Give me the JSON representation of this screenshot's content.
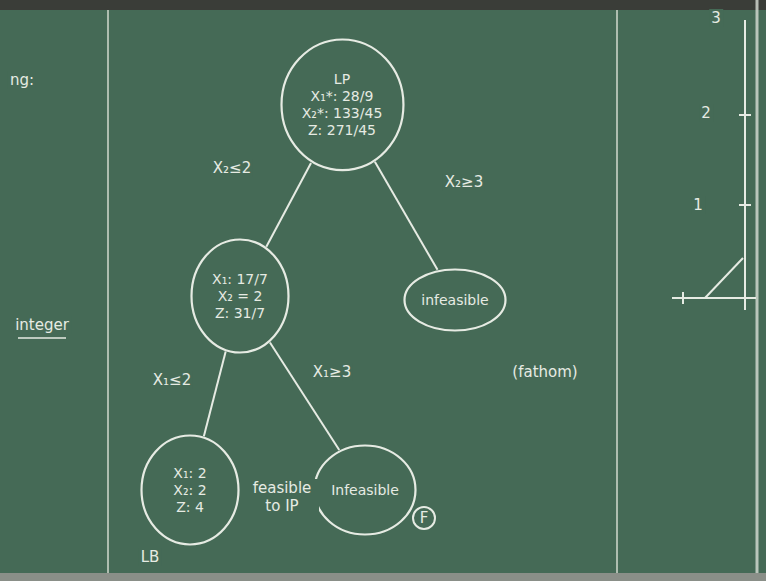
{
  "diagram": {
    "nodes": [
      {
        "text": [
          "LP",
          "X₁*: 28/9",
          "X₂*: 133/45",
          "Z: 271/45"
        ]
      },
      {
        "text": [
          "X₁: 17/7",
          "X₂ = 2",
          "Z: 31/7"
        ]
      },
      {
        "text": [
          "infeasible"
        ]
      },
      {
        "text": [
          "X₁: 2",
          "X₂: 2",
          "Z: 4"
        ]
      },
      {
        "text": [
          "Infeasible"
        ]
      }
    ],
    "edges": [
      {
        "from": 0,
        "to": 1,
        "label": "X₂≤2",
        "arrow": "none"
      },
      {
        "from": 0,
        "to": 2,
        "label": "X₂≥3",
        "arrow": "none"
      },
      {
        "from": 1,
        "to": 3,
        "label": "X₁≤2",
        "arrow": "none"
      },
      {
        "from": 1,
        "to": 4,
        "label": "X₁≥3",
        "arrow": "none"
      }
    ],
    "labels": [
      "ng:",
      "integer",
      "(fathom)",
      "feasible to IP",
      "LB",
      "F",
      "3",
      "2",
      "1"
    ]
  }
}
